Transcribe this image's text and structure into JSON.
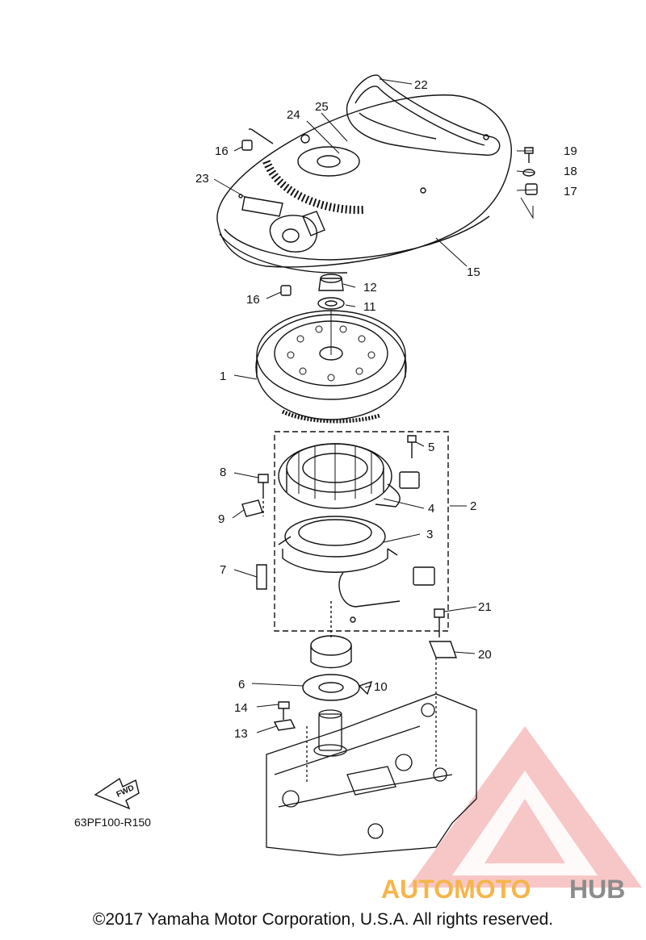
{
  "diagram": {
    "code": "63PF100-R150",
    "fwd_label": "FWD",
    "callouts": [
      "1",
      "2",
      "3",
      "4",
      "5",
      "6",
      "7",
      "8",
      "9",
      "10",
      "11",
      "12",
      "13",
      "14",
      "15",
      "16",
      "16",
      "17",
      "18",
      "19",
      "20",
      "21",
      "22",
      "23",
      "24",
      "25"
    ]
  },
  "copyright": "©2017 Yamaha Motor Corporation, U.S.A. All rights reserved.",
  "watermark": {
    "text_left": "AUTOMOTO",
    "text_right": "HUB"
  },
  "colors": {
    "line": "#111111",
    "watermark_red": "#e23a3a",
    "watermark_orange": "#f6b54a",
    "watermark_gray": "#8c8c8c"
  }
}
